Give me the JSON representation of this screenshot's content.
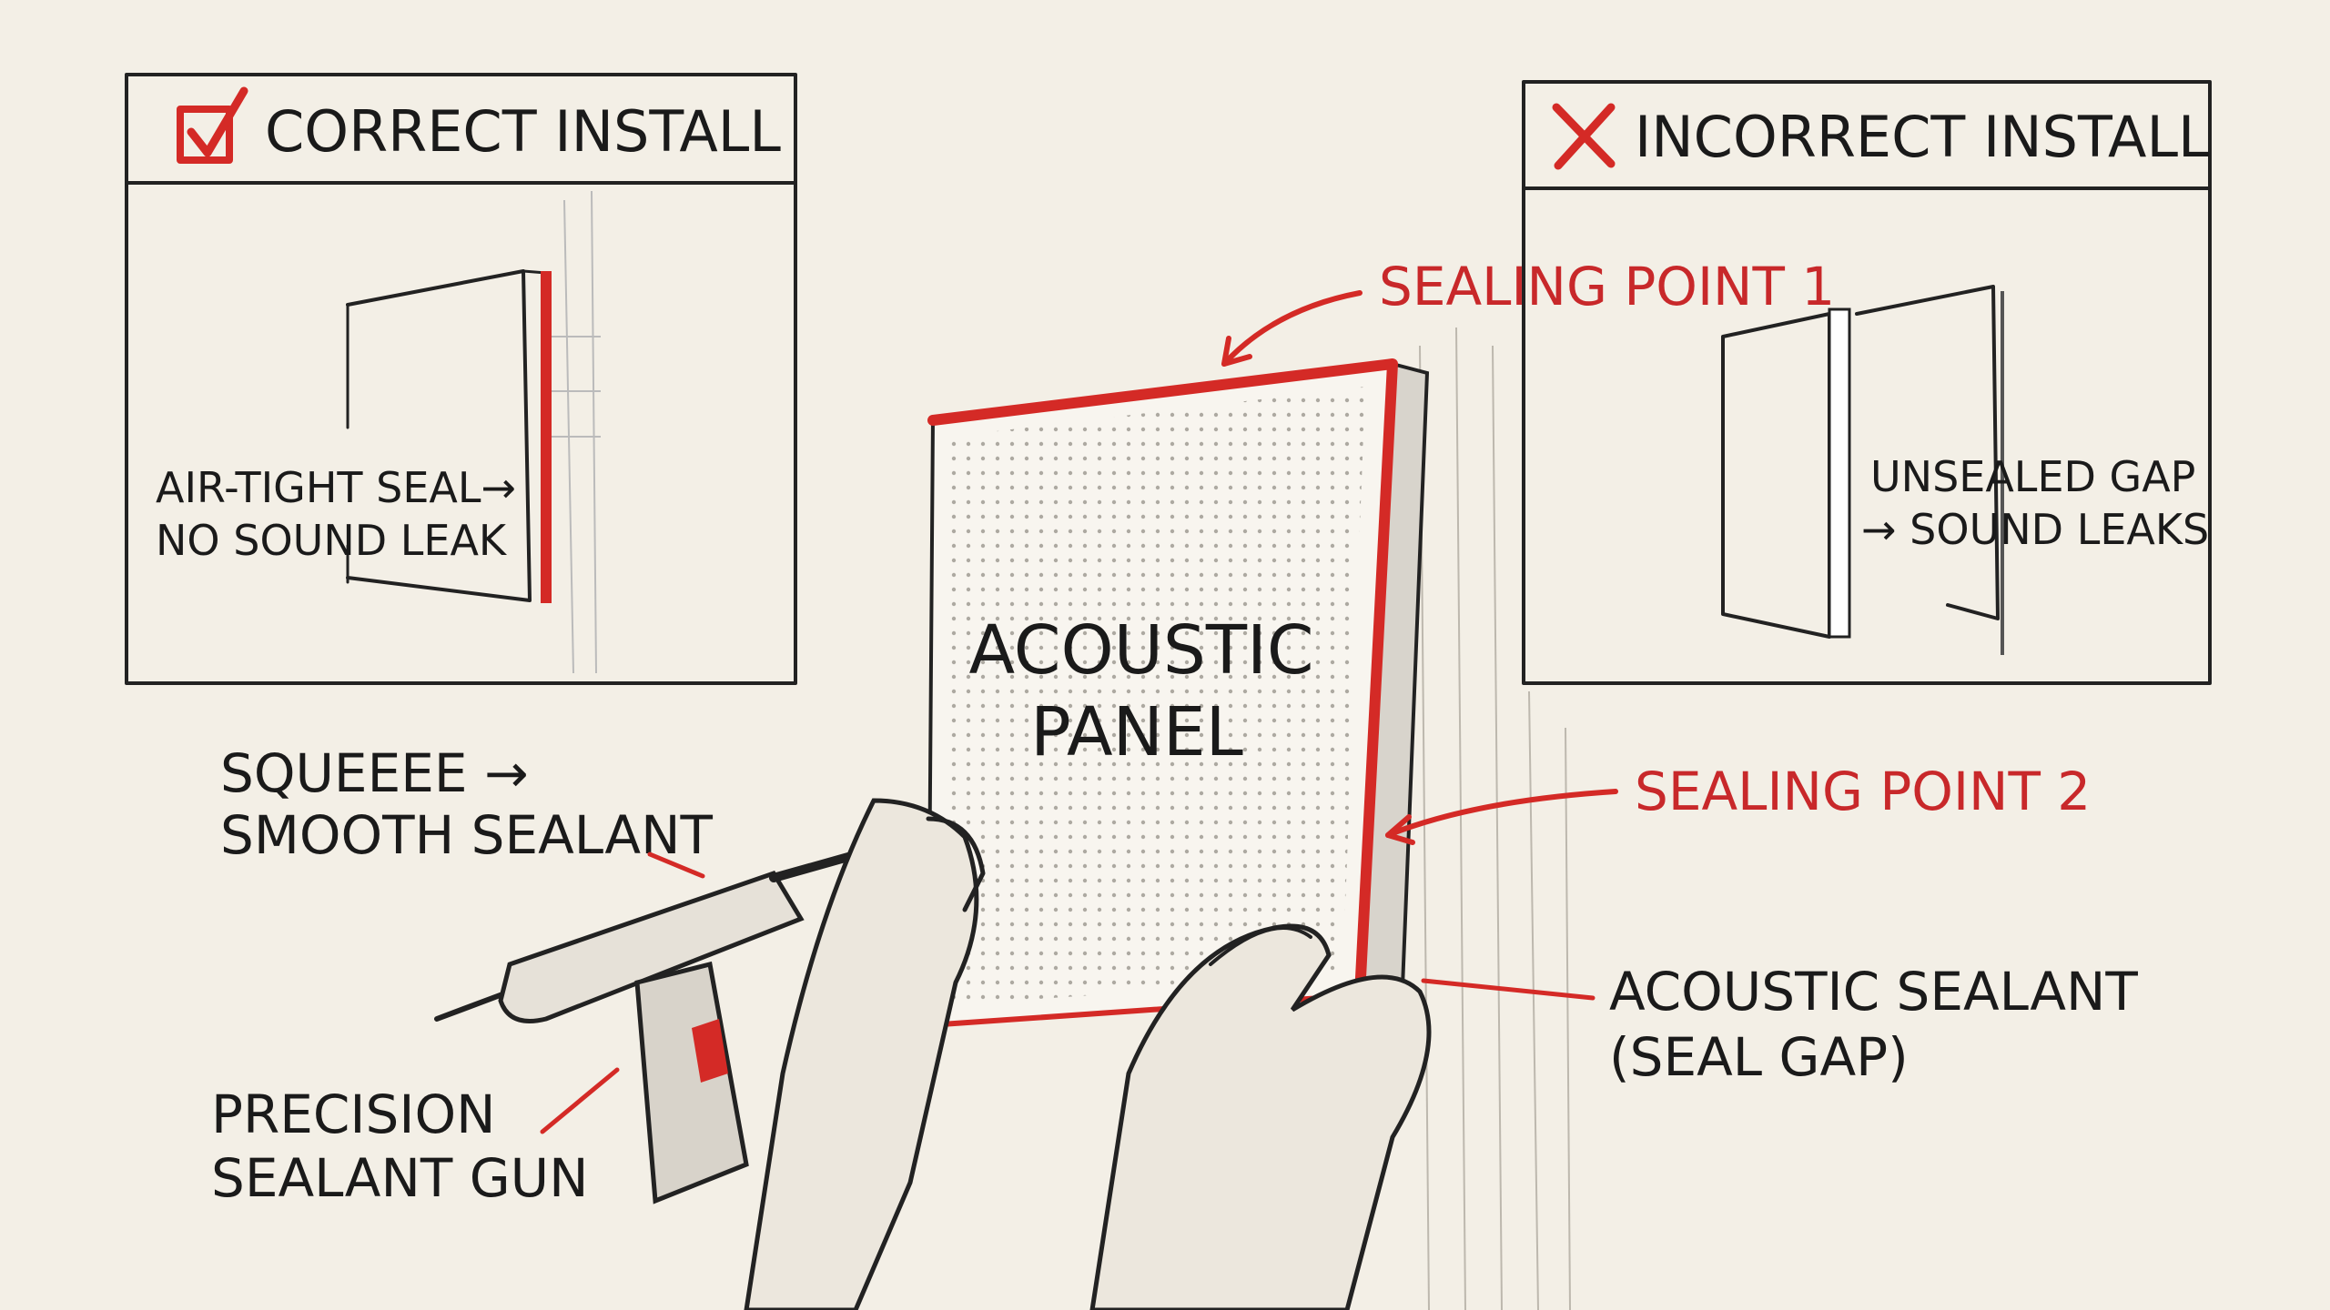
{
  "correct_panel": {
    "title": "CORRECT INSTALL",
    "icon": "checkbox-check-icon",
    "label_line1": "AIR-TIGHT SEAL→",
    "label_line2": "NO SOUND LEAK"
  },
  "incorrect_panel": {
    "title": "INCORRECT INSTALL",
    "icon": "x-mark-icon",
    "label_line1": "UNSEALED GAP",
    "label_line2": "→ SOUND LEAKS"
  },
  "main": {
    "panel_line1": "ACOUSTIC",
    "panel_line2": "PANEL",
    "sealing_point_1": "SEALING POINT 1",
    "sealing_point_2": "SEALING POINT 2",
    "sealant_line1": "ACOUSTIC SEALANT",
    "sealant_line2": "(SEAL GAP)",
    "squeeze_line1": "SQUEEEE →",
    "squeeze_line2": "SMOOTH SEALANT",
    "gun_line1": "PRECISION",
    "gun_line2": "SEALANT GUN"
  },
  "colors": {
    "accent": "#d42a26",
    "ink": "#1a1a1a",
    "paper": "#f3efe6"
  }
}
